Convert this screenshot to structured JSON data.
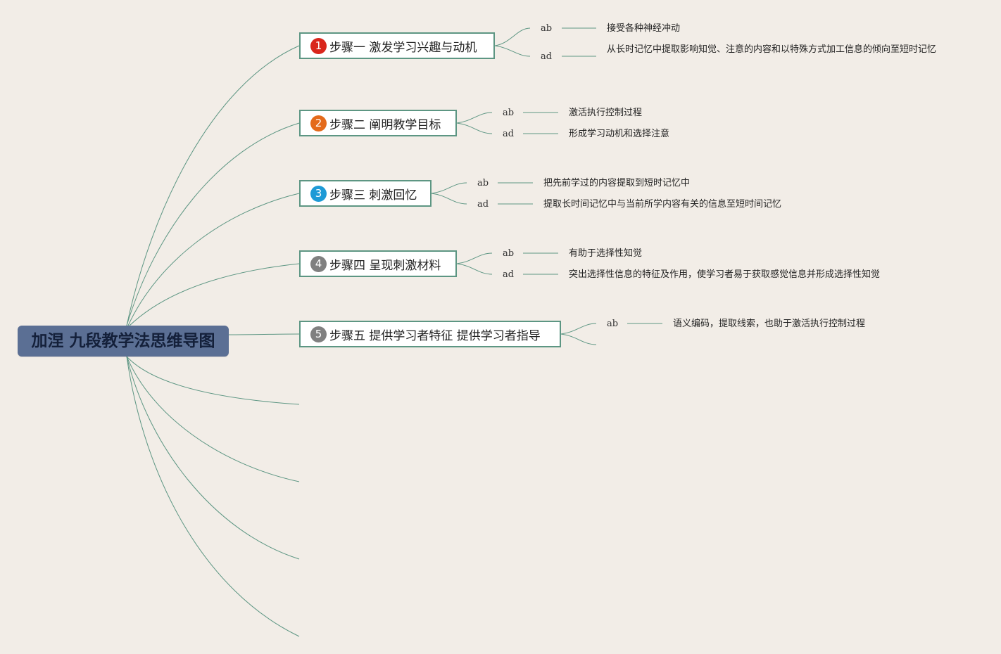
{
  "root": {
    "title": "加涅 九段教学法思维导图"
  },
  "steps": [
    {
      "number": "1",
      "label": "步骤一 激发学习兴趣与动机",
      "badge_color": "#d9261c",
      "leaves": [
        {
          "tag": "ab",
          "text": "接受各种神经冲动"
        },
        {
          "tag": "ad",
          "text": "从长时记忆中提取影响知觉、注意的内容和以特殊方式加工信息的倾向至短时记忆"
        }
      ]
    },
    {
      "number": "2",
      "label": "步骤二 阐明教学目标",
      "badge_color": "#e46a1b",
      "leaves": [
        {
          "tag": "ab",
          "text": "激活执行控制过程"
        },
        {
          "tag": "ad",
          "text": "形成学习动机和选择注意"
        }
      ]
    },
    {
      "number": "3",
      "label": "步骤三 刺激回忆",
      "badge_color": "#1e9ad6",
      "leaves": [
        {
          "tag": "ab",
          "text": "把先前学过的内容提取到短时记忆中"
        },
        {
          "tag": "ad",
          "text": "提取长时间记忆中与当前所学内容有关的信息至短时间记忆"
        }
      ]
    },
    {
      "number": "4",
      "label": "步骤四 呈现刺激材料",
      "badge_color": "#808080",
      "leaves": [
        {
          "tag": "ab",
          "text": "有助于选择性知觉"
        },
        {
          "tag": "ad",
          "text": "突出选择性信息的特征及作用，使学习者易于获取感觉信息并形成选择性知觉"
        }
      ]
    },
    {
      "number": "5",
      "label": "步骤五 提供学习者特征 提供学习者指导",
      "badge_color": "#808080",
      "leaves": [
        {
          "tag": "ab",
          "text": "语义编码，提取线索，也助于激活执行控制过程"
        }
      ]
    }
  ],
  "colors": {
    "background": "#f2ede7",
    "connector": "#5d9683",
    "root_fill": "#5b6f94",
    "root_text": "#14203a"
  }
}
